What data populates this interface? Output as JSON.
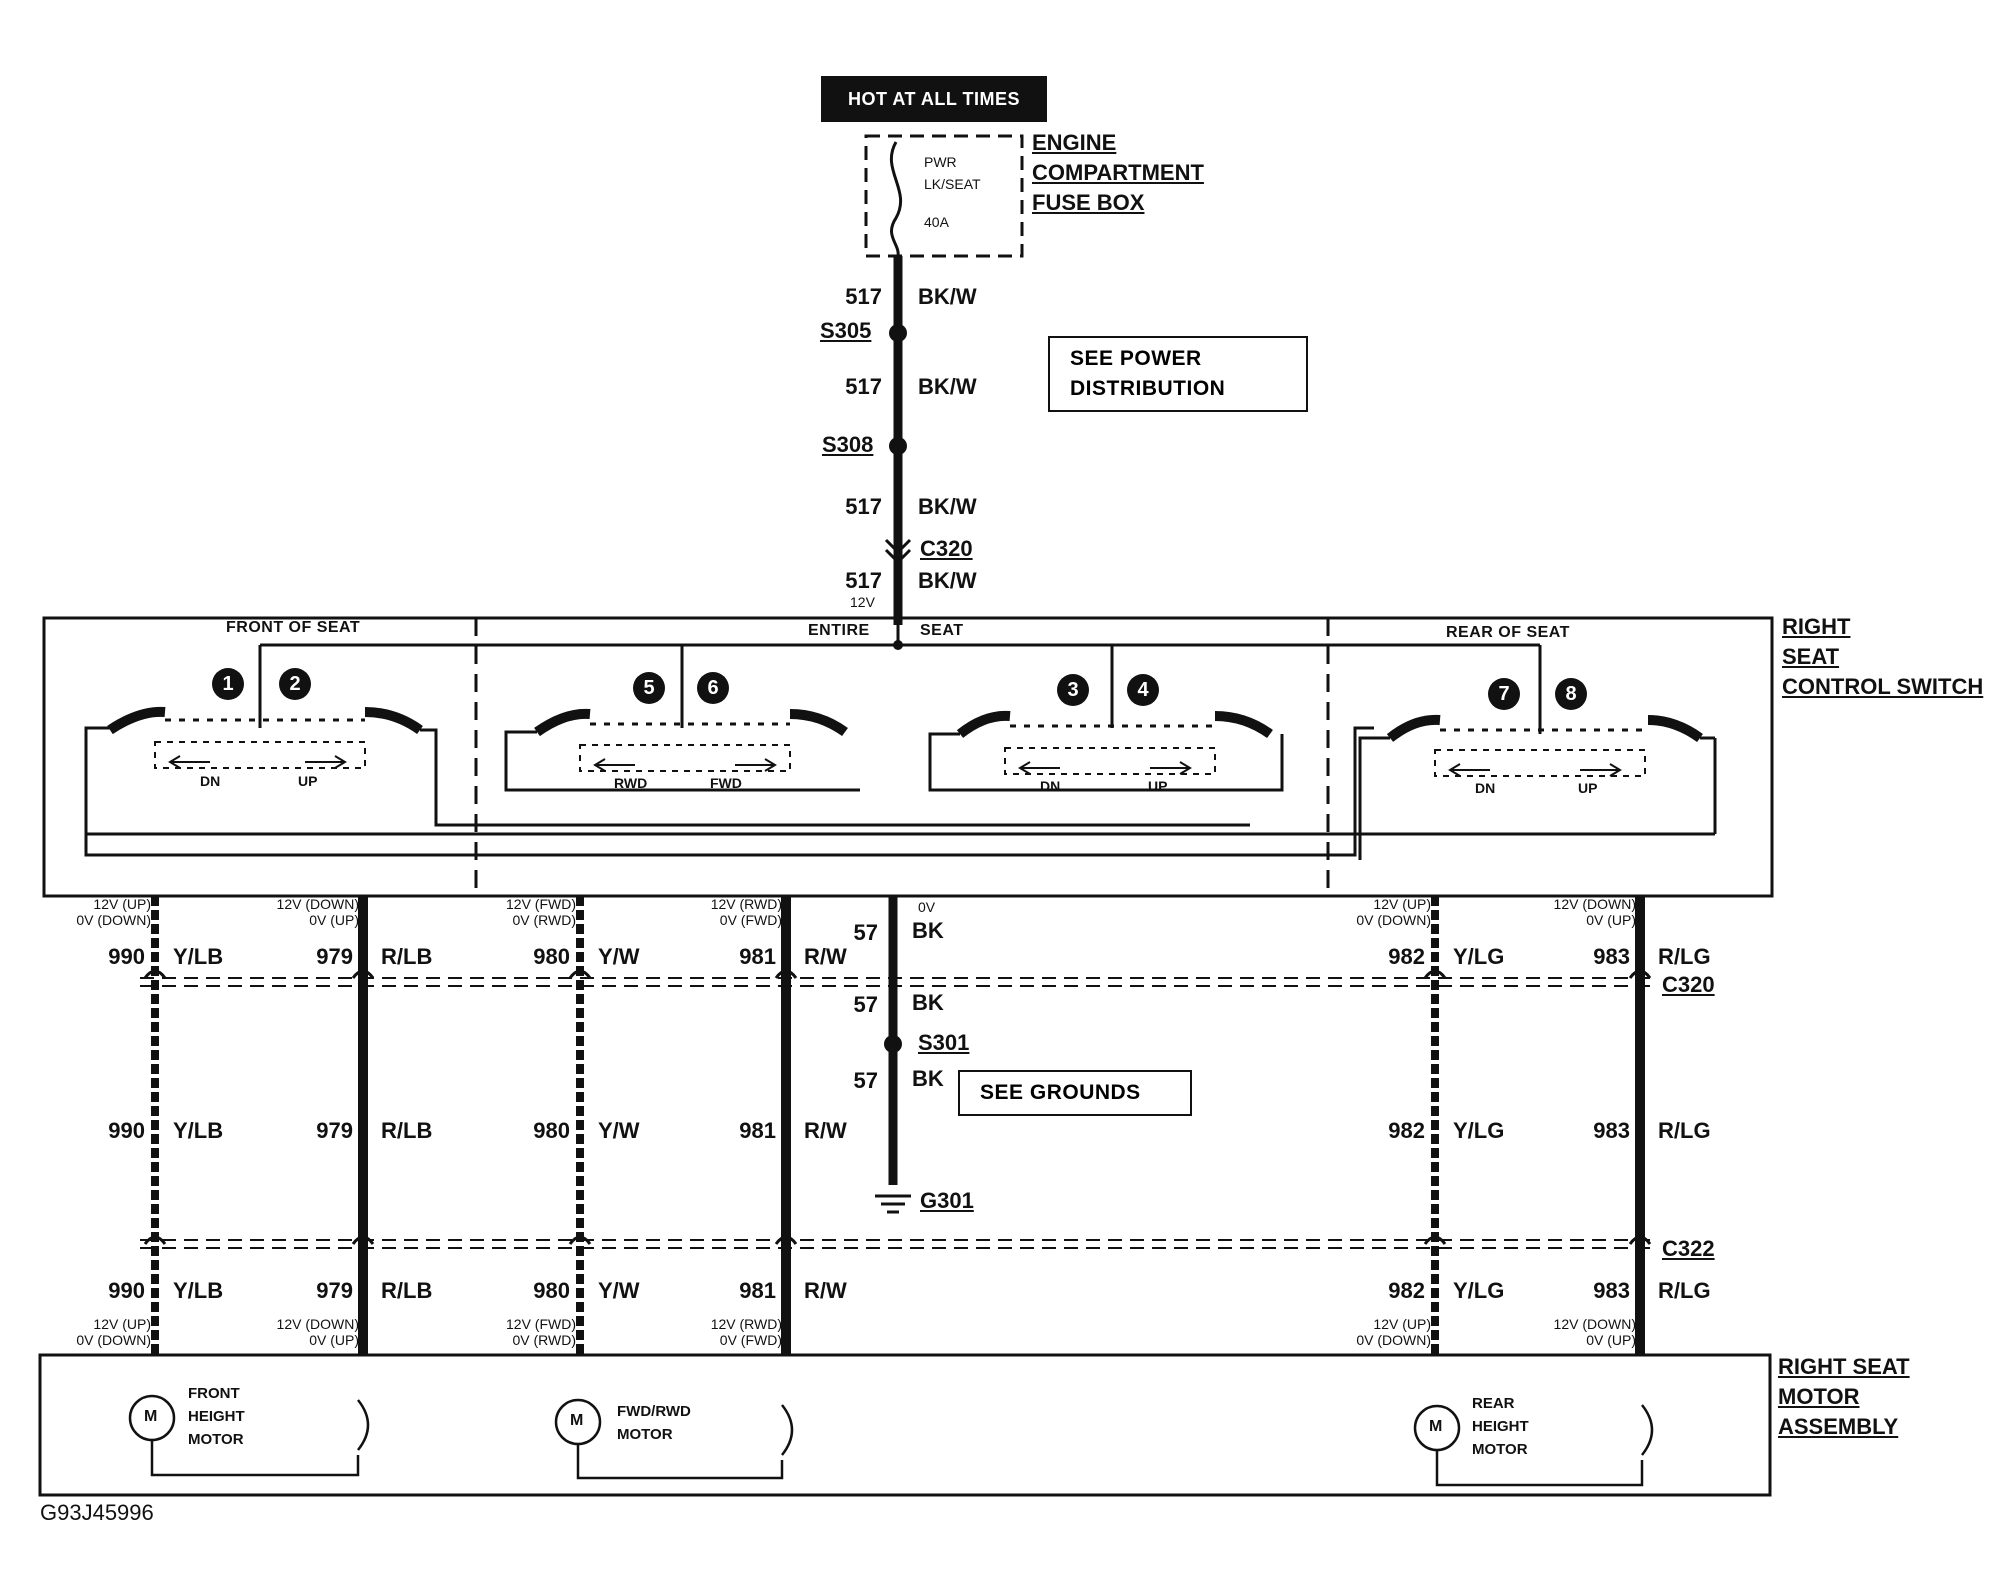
{
  "header": {
    "hot": "HOT AT ALL TIMES",
    "fuse_label": [
      "PWR",
      "LK/SEAT",
      "40A"
    ],
    "fuse_box_title": [
      "ENGINE",
      "COMPARTMENT",
      "FUSE BOX"
    ]
  },
  "feed": {
    "circuits": [
      {
        "num": "517",
        "color": "BK/W"
      },
      {
        "num": "517",
        "color": "BK/W"
      },
      {
        "num": "517",
        "color": "BK/W"
      },
      {
        "num": "517",
        "color": "BK/W"
      }
    ],
    "splice_a": "S305",
    "splice_b": "S308",
    "connector": "C320",
    "voltage": "12V",
    "note": [
      "SEE POWER",
      "DISTRIBUTION"
    ]
  },
  "switch": {
    "title": [
      "RIGHT",
      "SEAT",
      "CONTROL SWITCH"
    ],
    "sections": [
      "FRONT OF SEAT",
      "ENTIRE",
      "SEAT",
      "REAR OF SEAT"
    ],
    "contacts": [
      "1",
      "2",
      "5",
      "6",
      "3",
      "4",
      "7",
      "8"
    ],
    "dir_labels": [
      "DN",
      "UP",
      "RWD",
      "FWD",
      "DN",
      "UP",
      "DN",
      "UP"
    ]
  },
  "wires": [
    {
      "num": "990",
      "color": "Y/LB",
      "top_v": [
        "12V (UP)",
        "0V (DOWN)"
      ],
      "bot_v": [
        "12V (UP)",
        "0V (DOWN)"
      ]
    },
    {
      "num": "979",
      "color": "R/LB",
      "top_v": [
        "12V (DOWN)",
        "0V (UP)"
      ],
      "bot_v": [
        "12V (DOWN)",
        "0V (UP)"
      ]
    },
    {
      "num": "980",
      "color": "Y/W",
      "top_v": [
        "12V (FWD)",
        "0V (RWD)"
      ],
      "bot_v": [
        "12V (FWD)",
        "0V (RWD)"
      ]
    },
    {
      "num": "981",
      "color": "R/W",
      "top_v": [
        "12V (RWD)",
        "0V (FWD)"
      ],
      "bot_v": [
        "12V (RWD)",
        "0V (FWD)"
      ]
    },
    {
      "num": "982",
      "color": "Y/LG",
      "top_v": [
        "12V (UP)",
        "0V (DOWN)"
      ],
      "bot_v": [
        "12V (UP)",
        "0V (DOWN)"
      ]
    },
    {
      "num": "983",
      "color": "R/LG",
      "top_v": [
        "12V (DOWN)",
        "0V (UP)"
      ],
      "bot_v": [
        "12V (DOWN)",
        "0V (UP)"
      ]
    }
  ],
  "ground": {
    "num": "57",
    "color": "BK",
    "voltage": "0V",
    "splice": "S301",
    "ground_id": "G301",
    "note": "SEE GROUNDS"
  },
  "connectors": {
    "upper": "C320",
    "lower": "C322"
  },
  "motors": {
    "front": [
      "FRONT",
      "HEIGHT",
      "MOTOR"
    ],
    "fwd": [
      "FWD/RWD",
      "MOTOR"
    ],
    "rear": [
      "REAR",
      "HEIGHT",
      "MOTOR"
    ],
    "symbol": "M",
    "assembly_title": [
      "RIGHT SEAT",
      "MOTOR",
      "ASSEMBLY"
    ]
  },
  "figure_id": "G93J45996"
}
